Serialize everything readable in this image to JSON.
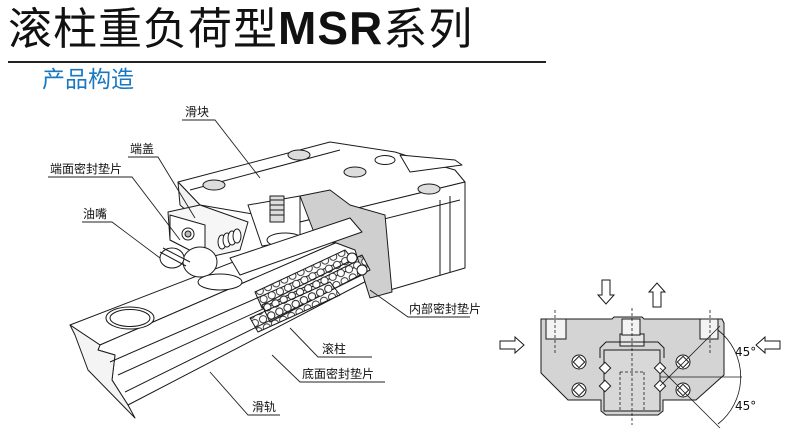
{
  "header": {
    "title_cn_1": "滚柱重负荷型",
    "title_model": "MSR",
    "title_cn_2": "系列",
    "subtitle": "产品构造"
  },
  "colors": {
    "subtitle": "#1a78c2",
    "section_gray": "#d4d4d4"
  },
  "callouts": [
    {
      "id": "slider-block",
      "label": "滑块"
    },
    {
      "id": "end-cap",
      "label": "端盖"
    },
    {
      "id": "end-seal",
      "label": "端面密封垫片"
    },
    {
      "id": "grease-nipple",
      "label": "油嘴"
    },
    {
      "id": "inner-seal",
      "label": "内部密封垫片"
    },
    {
      "id": "roller",
      "label": "滚柱"
    },
    {
      "id": "bottom-seal",
      "label": "底面密封垫片"
    },
    {
      "id": "rail",
      "label": "滑轨"
    }
  ],
  "cross_section": {
    "angle_upper": "45°",
    "angle_lower": "45°"
  }
}
